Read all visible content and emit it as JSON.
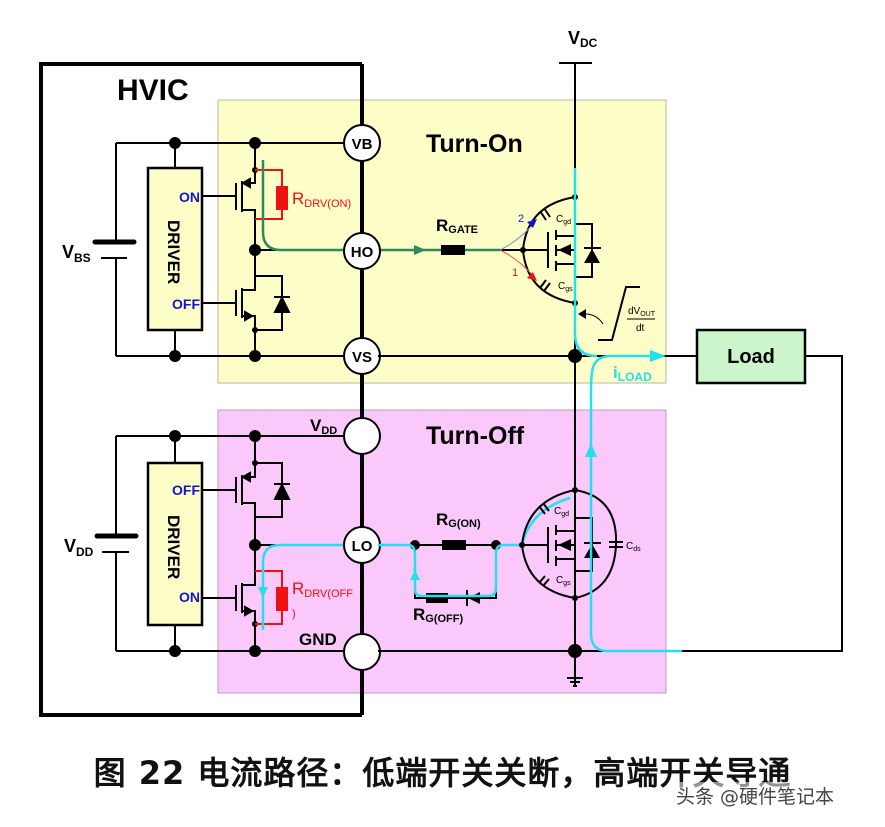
{
  "diagram": {
    "ic_label": "HVIC",
    "vdc_label": {
      "main": "V",
      "sub": "DC"
    },
    "high_side": {
      "section_title": "Turn-On",
      "supply_label": {
        "main": "V",
        "sub": "BS"
      },
      "driver_label": "DRIVER",
      "on_label": "ON",
      "off_label": "OFF",
      "rdrv_label": {
        "main": "R",
        "sub": "DRV(ON)"
      },
      "pins": [
        "VB",
        "HO",
        "VS"
      ],
      "rgate_label": {
        "main": "R",
        "sub": "GATE"
      },
      "cgd_label": {
        "main": "C",
        "sub": "gd"
      },
      "cgs_label": {
        "main": "C",
        "sub": "gs"
      },
      "path_1": "1",
      "path_2": "2",
      "dvdt_label": {
        "num_main": "dV",
        "num_sub": "OUT",
        "den": "dt"
      }
    },
    "low_side": {
      "section_title": "Turn-Off",
      "supply_label": {
        "main": "V",
        "sub": "DD"
      },
      "driver_label": "DRIVER",
      "off_label": "OFF",
      "on_label": "ON",
      "rdrv_label": {
        "main": "R",
        "sub": "DRV(OFF",
        "tail": ")"
      },
      "pin_vdd": {
        "main": "V",
        "sub": "DD"
      },
      "pins": [
        "LO",
        "GND"
      ],
      "rgon_label": {
        "main": "R",
        "sub": "G(ON)"
      },
      "rgoff_label": {
        "main": "R",
        "sub": "G(OFF)"
      },
      "cgd_label": {
        "main": "C",
        "sub": "gd"
      },
      "cgs_label": {
        "main": "C",
        "sub": "gs"
      },
      "cds_label": {
        "main": "C",
        "sub": "ds"
      }
    },
    "load_label": "Load",
    "iload_label": {
      "main": "i",
      "sub": "LOAD"
    },
    "colors": {
      "turn_on_bg": "#fdfdc8",
      "turn_off_bg": "#fbc8fb",
      "load_bg": "#ccf5cc",
      "driver_bg": "#fdfdc8",
      "gate_path": "#2e8b57",
      "current_path": "#22e0ef",
      "resistor_red": "#ee1111",
      "pin_label_blue": "#1515cc"
    }
  },
  "caption": "图 22 电流路径：低端开关关断，高端开关导通",
  "watermark": "头条 @硬件笔记本"
}
